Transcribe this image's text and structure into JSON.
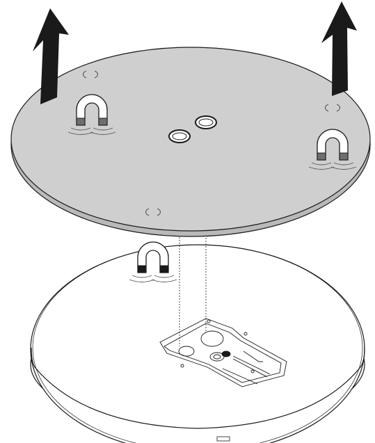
{
  "diagram": {
    "kind": "assembly-illustration",
    "steps": {
      "lift_direction": "up",
      "lift_arrow_count": 2,
      "magnet_count": 3
    },
    "colors": {
      "top_plate_fill": "#cfcfcf",
      "top_plate_edge": "#b9b9b9",
      "base_fill": "#ffffff",
      "stroke": "#1a1a1a",
      "arrow": "#1a1a1a",
      "magnet_pole": "#6e6e6e",
      "magnet_body": "#ffffff"
    },
    "icons": [
      "arrow-up-icon",
      "magnet-icon",
      "mount-hole-icon",
      "bracket-icon"
    ]
  }
}
